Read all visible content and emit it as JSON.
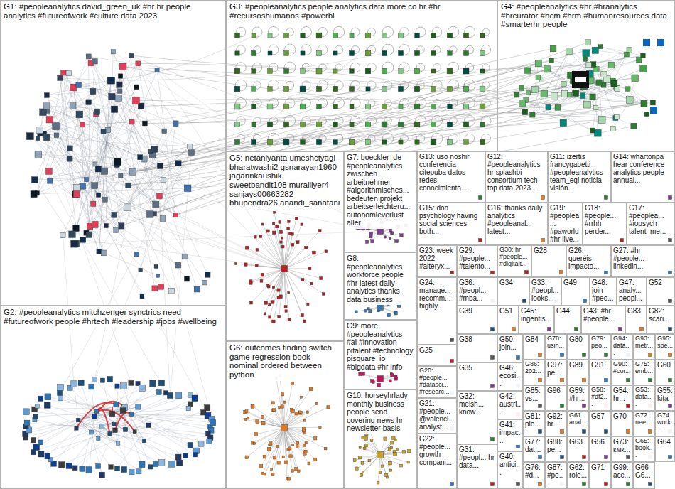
{
  "diagram": {
    "nodes": [
      {
        "text": [
          "G1: #peopleanalytics david_green_uk #hr hr people analytics #futureofwork #culture data 2023"
        ]
      },
      {
        "text": [
          "G3: #peopleanalytics people analytics data more co hr #hr #recursoshumanos #powerbi"
        ]
      },
      {
        "text": [
          "G4: #peopleanalytics #hr #hranalytics #hrcurator #hcm #hrm #humanresources data #smarterhr people"
        ]
      },
      {
        "text": [
          "G2: #peopleanalytics mitchzenger synctrics need #futureofwork people #hrtech #leadership #jobs #wellbeing"
        ]
      },
      {
        "text": [
          "G5: netaniyanta umeshctyagi bharatwashi2 gsnarayan1960 jagannkaushik sweetbandit108 muraliiyer4 sanjays00663282 bhupendra26 anandi_sanatani"
        ]
      },
      {
        "text": [
          "G6: outcomes finding switch game regression book nominal ordered between python"
        ]
      },
      {
        "text": [
          "G7: boeckler_de #peopleanalytics zwischen arbeitnehmer #algorithmisches... bedeuten projekt arbeitserleichteru... autonomieverlust aller"
        ]
      },
      {
        "text": [
          "G8: #peopleanalytics workforce people #hr latest daily analytics thanks data business"
        ]
      },
      {
        "text": [
          "G9: more #peopleanalytics #ai #innovation pitalent #technology pisquare_io #bigdata #hr info"
        ]
      },
      {
        "text": [
          "G10: horseyhrlady monthly business people send covering news hr newsletter basis"
        ]
      },
      {
        "text": [
          "G13: uso noshir conferencia citepuba datos redes conocimiento..."
        ]
      },
      {
        "text": [
          "G12: #peopleanalytics hr splashbi consortium tech top data 2023..."
        ]
      },
      {
        "text": [
          "G11: izertis francygabetti #peopleanalytics team_eqi noticia visión..."
        ]
      },
      {
        "text": [
          "G14: whartonpa hear conference analytics people annual..."
        ]
      },
      {
        "text": [
          "G15: don psychology having social sciences both..."
        ]
      },
      {
        "text": [
          "G16: thanks daily analytics #peopleanal... latest..."
        ]
      },
      {
        "text": [
          "G19: #peoplea... #paworld #hr live..."
        ]
      },
      {
        "text": [
          "G18: #people... #rrhh perder..."
        ]
      },
      {
        "text": [
          "G17: #peoplea... #iopsych talent_me..."
        ]
      },
      {
        "text": [
          "G23: week 2022 #alteryx..."
        ]
      },
      {
        "text": [
          "G29: #people... #talento..."
        ]
      },
      {
        "text": [
          "G30: hr #people... #digitalt..."
        ]
      },
      {
        "text": [
          "G28"
        ]
      },
      {
        "text": [
          "G26: queréis impacto..."
        ]
      },
      {
        "text": [
          "G27: #hr #people... linkedin..."
        ]
      },
      {
        "text": [
          "G24: manage... recomm... highly..."
        ]
      },
      {
        "text": [
          "G36: #peopl... #mba..."
        ]
      },
      {
        "text": [
          "G34"
        ]
      },
      {
        "text": [
          "G33: #peopl... looks..."
        ]
      },
      {
        "text": [
          "G49"
        ]
      },
      {
        "text": [
          "G48: join #peo..."
        ]
      },
      {
        "text": [
          "G47: analy... peopl..."
        ]
      },
      {
        "text": [
          "G52"
        ]
      },
      {
        "text": [
          "G39"
        ]
      },
      {
        "text": [
          "G51"
        ]
      },
      {
        "text": [
          "G45: ingentis..."
        ]
      },
      {
        "text": [
          "G44"
        ]
      },
      {
        "text": [
          "G43: #hr #people..."
        ]
      },
      {
        "text": [
          "G83"
        ]
      },
      {
        "text": [
          "G82: scari..."
        ]
      },
      {
        "text": [
          "G25"
        ]
      },
      {
        "text": [
          "G38"
        ]
      },
      {
        "text": [
          "G50: join..."
        ]
      },
      {
        "text": [
          "G20: #people... #datasci... #researc..."
        ]
      },
      {
        "text": [
          "G35"
        ]
      },
      {
        "text": [
          "G46: ecosi..."
        ]
      },
      {
        "text": [
          "G42: austri..."
        ]
      },
      {
        "text": [
          "G21: #people... @valenci... analyst..."
        ]
      },
      {
        "text": [
          "G32: meish... know..."
        ]
      },
      {
        "text": [
          "G41: impac..."
        ]
      },
      {
        "text": [
          "G22: #people... growth compani..."
        ]
      },
      {
        "text": [
          "G31: #peopl... hr data..."
        ]
      },
      {
        "text": [
          "G40: antici..."
        ]
      },
      {
        "text": [
          "G84"
        ]
      },
      {
        "text": [
          "G78: usin..."
        ]
      },
      {
        "text": [
          "G80"
        ]
      },
      {
        "text": [
          "G79: peo..."
        ]
      },
      {
        "text": [
          "G94: data..."
        ]
      },
      {
        "text": [
          "G93: metr..."
        ]
      },
      {
        "text": [
          "G95: spe..."
        ]
      },
      {
        "text": [
          "G86: 202..."
        ]
      },
      {
        "text": [
          "G97: pe..."
        ]
      },
      {
        "text": [
          "G89"
        ]
      },
      {
        "text": [
          "G91"
        ]
      },
      {
        "text": [
          "G90: #cor..."
        ]
      },
      {
        "text": [
          "G75: emb..."
        ]
      },
      {
        "text": [
          "G60"
        ]
      },
      {
        "text": [
          "G85: vs..."
        ]
      },
      {
        "text": [
          "G96"
        ]
      },
      {
        "text": [
          "G59: #hr..."
        ]
      },
      {
        "text": [
          "G58: #df2..."
        ]
      },
      {
        "text": [
          "G54: hr..."
        ]
      },
      {
        "text": [
          "G53: data..."
        ]
      },
      {
        "text": [
          "G55: kita"
        ]
      },
      {
        "text": [
          "G81: ple..."
        ]
      },
      {
        "text": [
          "G92: hr..."
        ]
      },
      {
        "text": [
          "G61: anal..."
        ]
      },
      {
        "text": [
          "G57"
        ]
      },
      {
        "text": [
          "G70"
        ]
      },
      {
        "text": [
          "G72: nee..."
        ]
      },
      {
        "text": [
          "G74: work..."
        ]
      },
      {
        "text": [
          "G77: dat..."
        ]
      },
      {
        "text": [
          "G88: pe..."
        ]
      },
      {
        "text": [
          "G63"
        ]
      },
      {
        "text": [
          "G56"
        ]
      },
      {
        "text": [
          "G73: кмк..."
        ]
      },
      {
        "text": [
          "G65: book..."
        ]
      },
      {
        "text": [
          "G64"
        ]
      },
      {
        "text": [
          "G76: #d..."
        ]
      },
      {
        "text": [
          "G87: #pe..."
        ]
      },
      {
        "text": [
          "G62: role..."
        ]
      },
      {
        "text": [
          "G71"
        ]
      },
      {
        "text": [
          "G99: acc..."
        ]
      },
      {
        "text": [
          "G66G6..."
        ]
      }
    ]
  }
}
